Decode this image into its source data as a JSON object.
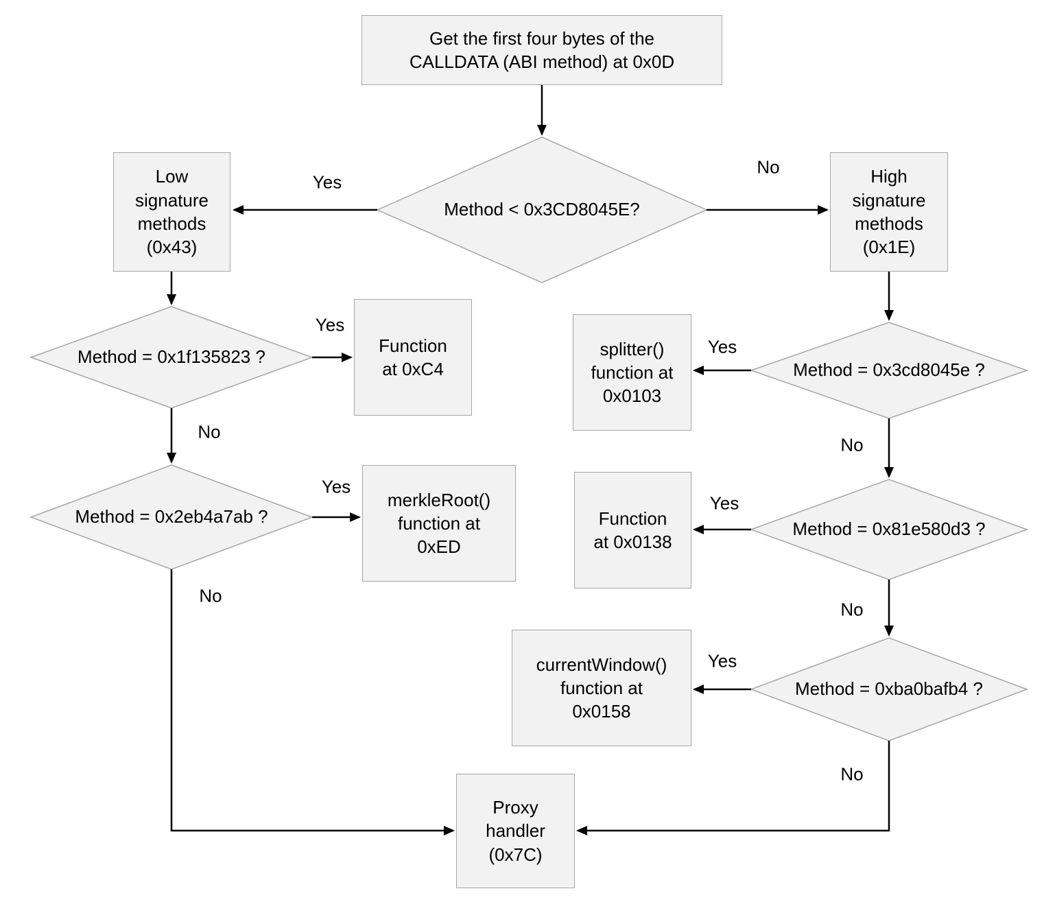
{
  "nodes": {
    "start": [
      "Get the first four bytes of the",
      "CALLDATA (ABI method) at 0x0D"
    ],
    "decision_main": "Method < 0x3CD8045E?",
    "low_methods": [
      "Low",
      "signature",
      "methods",
      "(0x43)"
    ],
    "high_methods": [
      "High",
      "signature",
      "methods",
      "(0x1E)"
    ],
    "decision_1f135823": "Method = 0x1f135823 ?",
    "function_0xc4": [
      "Function",
      "at 0xC4"
    ],
    "decision_2eb4a7ab": "Method = 0x2eb4a7ab ?",
    "merkle_root": [
      "merkleRoot()",
      "function at",
      "0xED"
    ],
    "decision_3cd8045e": "Method = 0x3cd8045e ?",
    "splitter": [
      "splitter()",
      "function at",
      "0x0103"
    ],
    "decision_81e580d3": "Method = 0x81e580d3 ?",
    "function_0x0138": [
      "Function",
      "at 0x0138"
    ],
    "decision_ba0bafb4": "Method = 0xba0bafb4 ?",
    "current_window": [
      "currentWindow()",
      "function at",
      "0x0158"
    ],
    "proxy_handler": [
      "Proxy",
      "handler",
      "(0x7C)"
    ]
  },
  "edge_labels": {
    "main_yes": "Yes",
    "main_no": "No",
    "d1f_yes": "Yes",
    "d1f_no": "No",
    "d2e_yes": "Yes",
    "d2e_no": "No",
    "d3c_yes": "Yes",
    "d3c_no": "No",
    "d81_yes": "Yes",
    "d81_no": "No",
    "dba_yes": "Yes",
    "dba_no": "No"
  },
  "colors": {
    "node_fill": "#f2f2f2",
    "node_border": "#a6a6a6",
    "arrow": "#000000"
  }
}
